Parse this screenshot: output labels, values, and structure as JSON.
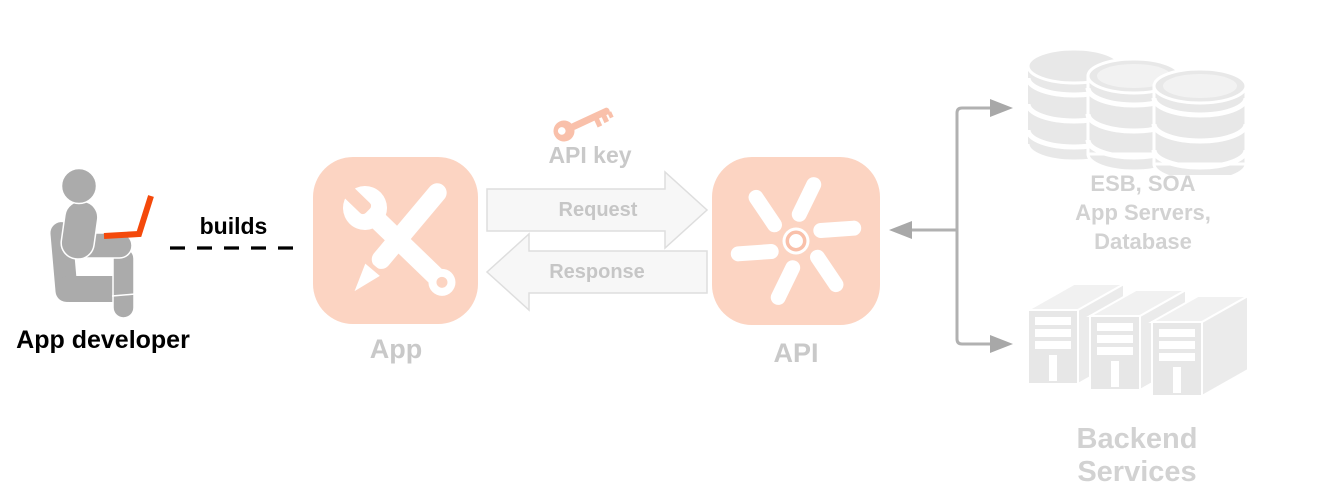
{
  "labels": {
    "developer": "App developer",
    "builds": "builds",
    "app": "App",
    "api": "API",
    "api_key": "API key",
    "request": "Request",
    "response": "Response",
    "backend_db_lines": [
      "ESB, SOA",
      "App Servers,",
      "Database"
    ],
    "backend_services": "Backend Services"
  },
  "icons": {
    "developer": "person-at-laptop-icon",
    "app": "wrench-pencil-icon",
    "api": "pinwheel-icon",
    "api_key": "key-icon",
    "databases": "database-stack-icon",
    "servers": "server-towers-icon",
    "request": "right-arrow-shape",
    "response": "left-arrow-shape",
    "builds_link": "dashed-line",
    "backend_link": "branch-connector-arrows"
  },
  "colors": {
    "salmon_bg": "#FCD4C2",
    "salmon_deep": "#F9C0AA",
    "orange_laptop": "#F4490B",
    "person_gray": "#ABABAB",
    "label_gray": "#C9C9C9",
    "faint_text": "#D2D2D2",
    "arrow_fill": "#F7F7F7",
    "arrow_border": "#DEDEDE",
    "arrow_text": "#C6C6C6",
    "connector_gray": "#B1B1B1",
    "connector_head": "#A8A8A8",
    "shape_gray": "#E8E8E8",
    "text_black": "#000000"
  }
}
